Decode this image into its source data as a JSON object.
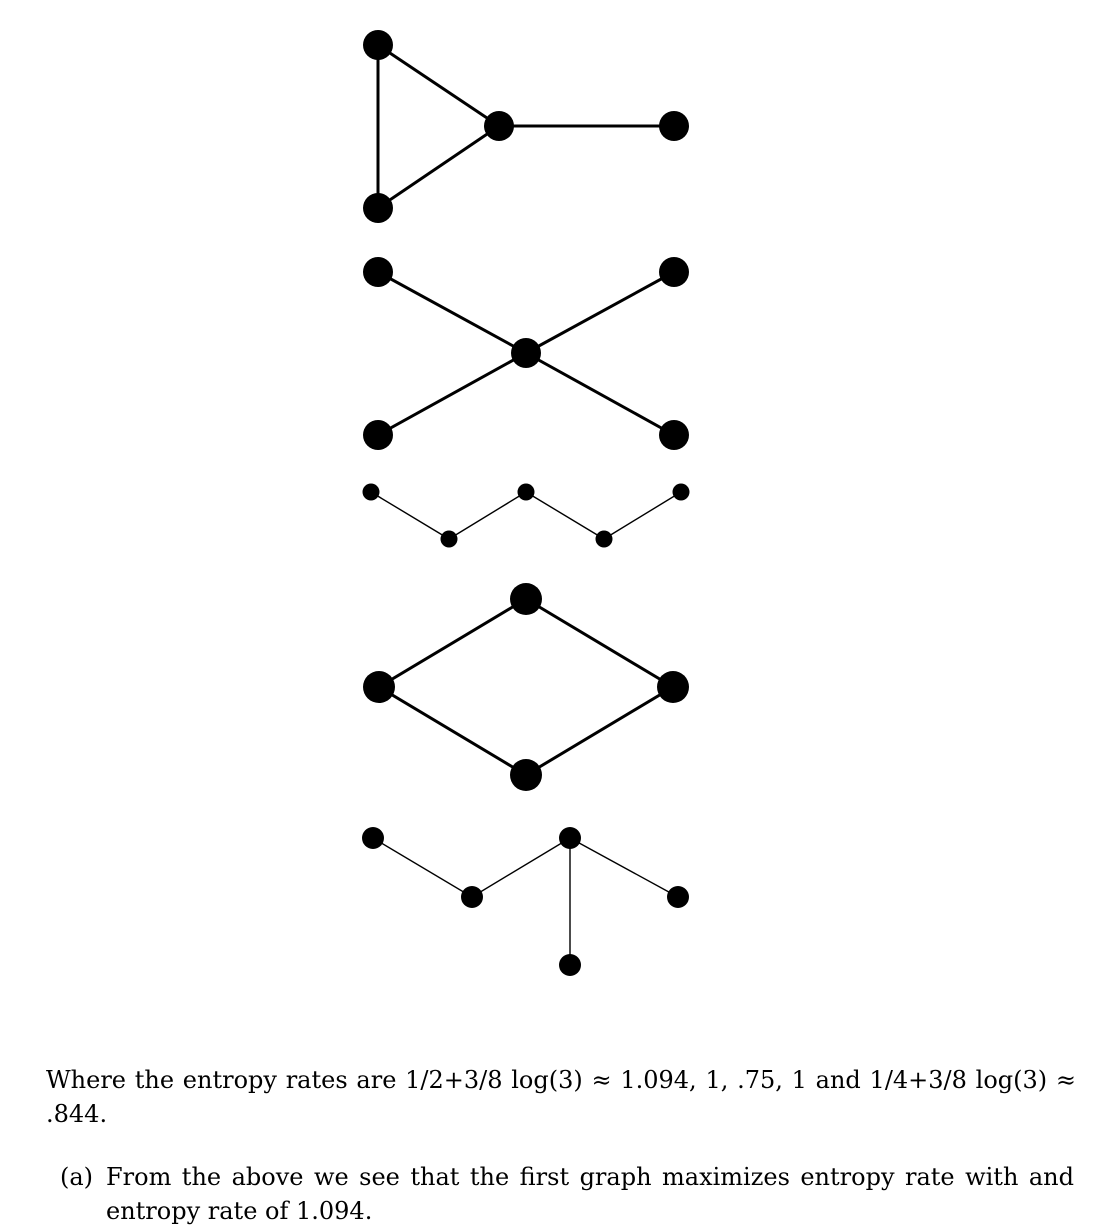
{
  "paragraph": {
    "text": "Where the entropy rates are 1/2+3/8 log(3) ≈ 1.094,  1,  .75,  1 and 1/4+3/8 log(3) ≈ .844."
  },
  "list": {
    "items": [
      {
        "label": "(a)",
        "text": "From the above we see that the first graph maximizes entropy rate with and entropy rate of 1.094."
      }
    ]
  },
  "graphs": [
    {
      "name": "graph-1-triangle-with-tail"
    },
    {
      "name": "graph-2-star"
    },
    {
      "name": "graph-3-path"
    },
    {
      "name": "graph-4-cycle"
    },
    {
      "name": "graph-5-tree"
    }
  ]
}
